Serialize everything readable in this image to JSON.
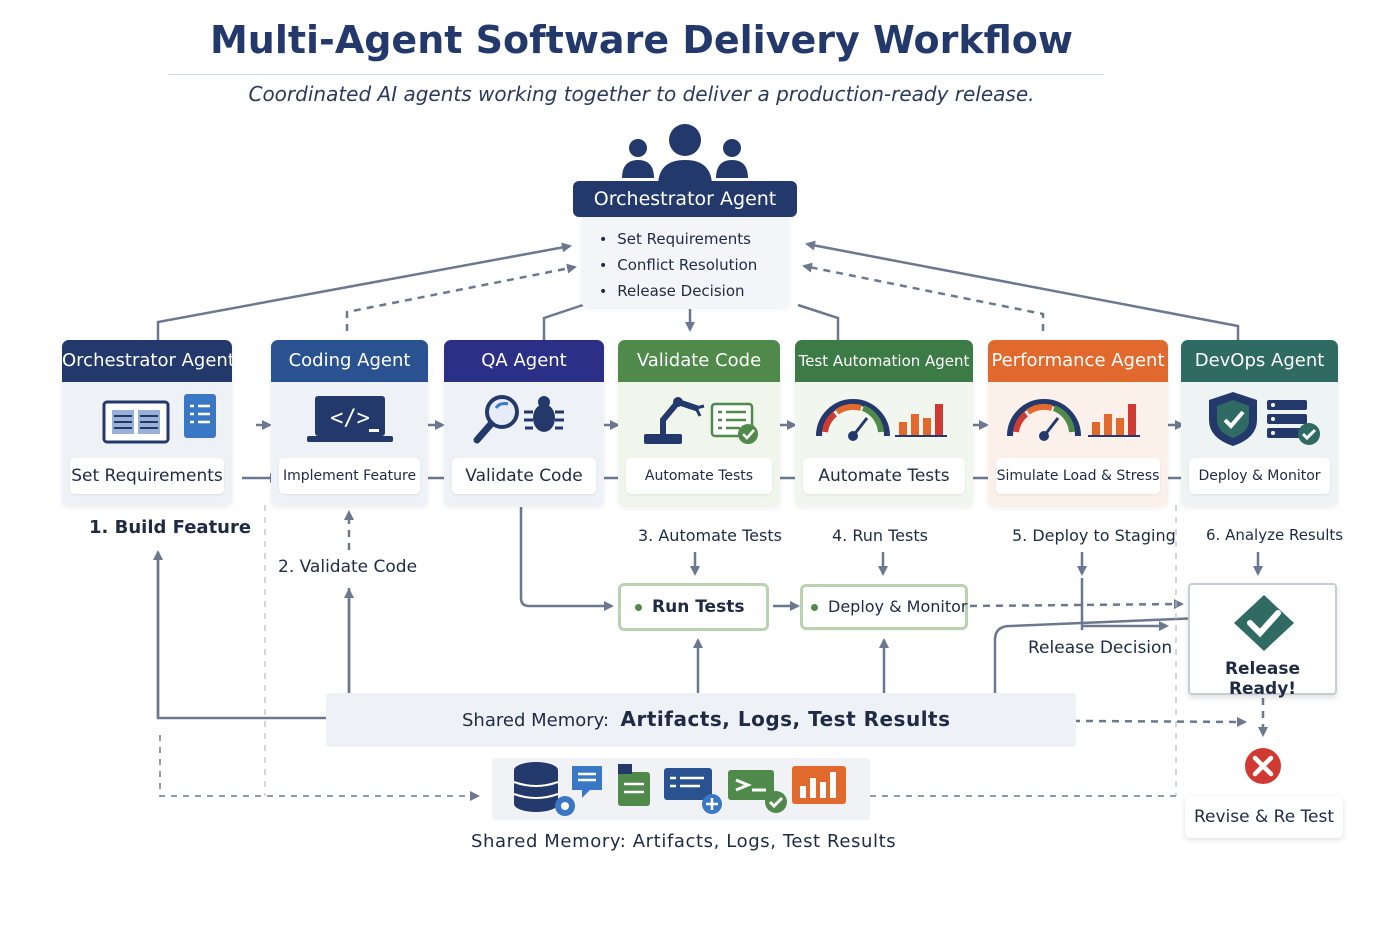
{
  "title": "Multi-Agent Software Delivery Workflow",
  "subtitle": "Coordinated AI agents working together to deliver a production-ready release.",
  "orchestrator": {
    "title": "Orchestrator Agent",
    "items": [
      "Set Requirements",
      "Conflict Resolution",
      "Release Decision"
    ],
    "icon": "team-icon"
  },
  "agents": [
    {
      "title": "Orchestrator Agent",
      "action": "Set Requirements",
      "color": "#24396b",
      "bg": "#eef1f6",
      "icon": "monitor-document-icon"
    },
    {
      "title": "Coding Agent",
      "action": "Implement Feature",
      "color": "#2a5290",
      "bg": "#eef1f6",
      "icon": "code-icon"
    },
    {
      "title": "QA Agent",
      "action": "Validate Code",
      "color": "#2b2f86",
      "bg": "#eef1f6",
      "icon": "magnifier-bug-icon"
    },
    {
      "title": "Validate Code",
      "action": "Automate Tests",
      "color": "#4f8a4a",
      "bg": "#f0f6ec",
      "icon": "robot-arm-checklist-icon"
    },
    {
      "title": "Test Automation Agent",
      "action": "Automate Tests",
      "color": "#3c7b46",
      "bg": "#f1f6ef",
      "icon": "gauge-chart-icon"
    },
    {
      "title": "Performance Agent",
      "action": "Simulate Load & Stress",
      "color": "#e2692d",
      "bg": "#fbf1ea",
      "icon": "gauge-chart-icon"
    },
    {
      "title": "DevOps Agent",
      "action": "Deploy & Monitor",
      "color": "#2f6a63",
      "bg": "#eef3f3",
      "icon": "shield-server-icon"
    }
  ],
  "step_labels": {
    "build": "1. Build Feature",
    "validate": "2. Validate Code",
    "automate": "3. Automate Tests",
    "run": "4. Run Tests",
    "deploy_staging": "5. Deploy to Staging",
    "analyze": "6. Analyze Results"
  },
  "run_tests": "Run Tests",
  "deploy_monitor": "Deploy & Monitor",
  "release_decision": "Release Decision",
  "release_ready": "Release Ready!",
  "revise": "Revise & Re Test",
  "shared_memory": {
    "prefix": "Shared Memory:",
    "items": "Artifacts, Logs, Test Results",
    "bottom_label": "Shared Memory: Artifacts, Logs, Test Results"
  },
  "colors": {
    "navy": "#24396b",
    "arrow": "#6b7890",
    "green": "#4f8a4a",
    "orange": "#e2692d",
    "teal": "#2f6a63",
    "red": "#d13a32"
  }
}
